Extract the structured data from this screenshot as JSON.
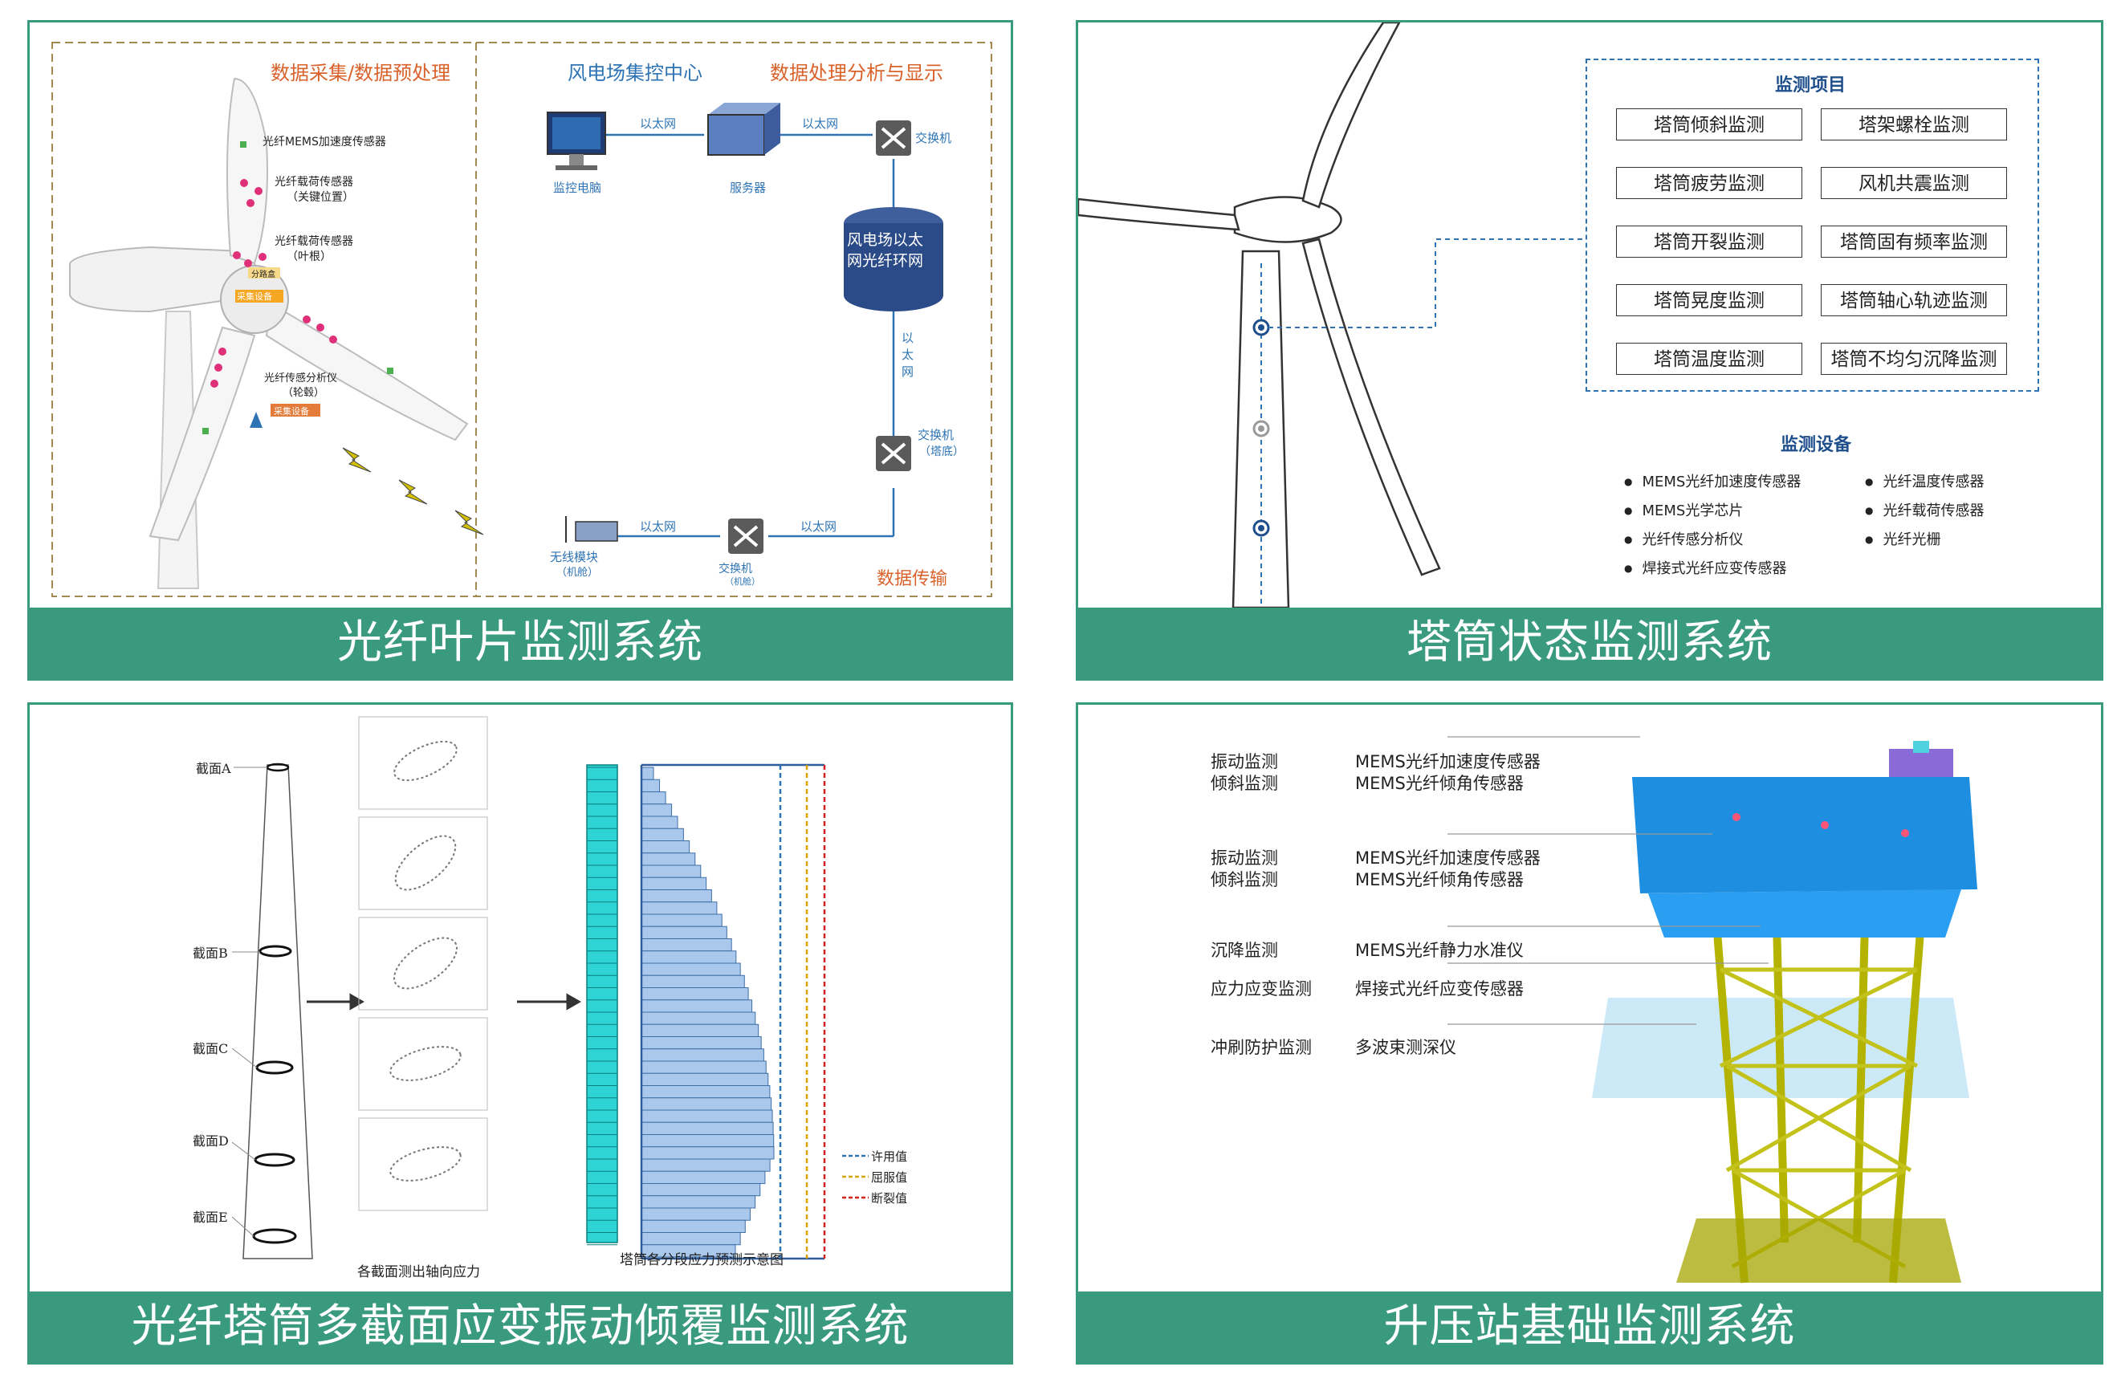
{
  "panels": {
    "blade": {
      "caption": "光纤叶片监测系统",
      "section_left": "数据采集/数据预处理",
      "section_center": "风电场集控中心",
      "section_right": "数据处理分析与显示",
      "section_bottom": "数据传输",
      "labels": {
        "accel": "光纤MEMS加速度传感器",
        "load_root_1": "光纤载荷传感器",
        "load_root_2": "（关键位置）",
        "load_blade_1": "光纤载荷传感器",
        "load_blade_2": "（叶根）",
        "analyzer_1": "光纤传感分析仪",
        "analyzer_2": "（轮毂）",
        "acq1": "采集设备",
        "acq2": "采集设备",
        "split": "分路盒",
        "monitor_pc": "监控电脑",
        "server": "服务器",
        "switch_top": "交换机",
        "ring_1": "风电场以太",
        "ring_2": "网光纤环网",
        "eth_1": "以太网",
        "eth_2": "以太网",
        "eth_3": "以太网",
        "eth_4": "以太网",
        "eth_vertical": "以太网",
        "switch_base_1": "交换机",
        "switch_base_2": "（塔底）",
        "switch_nacelle_1": "交换机",
        "switch_nacelle_2": "（机舱）",
        "wireless_1": "无线模块",
        "wireless_2": "（机舱）"
      }
    },
    "tower": {
      "caption": "塔筒状态监测系统",
      "items_title": "监测项目",
      "items": [
        "塔筒倾斜监测",
        "塔架螺栓监测",
        "塔筒疲劳监测",
        "风机共震监测",
        "塔筒开裂监测",
        "塔筒固有频率监测",
        "塔筒晃度监测",
        "塔筒轴心轨迹监测",
        "塔筒温度监测",
        "塔筒不均匀沉降监测"
      ],
      "devices_title": "监测设备",
      "devices_left": [
        "MEMS光纤加速度传感器",
        "MEMS光学芯片",
        "光纤传感分析仪",
        "焊接式光纤应变传感器"
      ],
      "devices_right": [
        "光纤温度传感器",
        "光纤载荷传感器",
        "光纤光栅"
      ]
    },
    "strain": {
      "caption": "光纤塔筒多截面应变振动倾覆监测系统",
      "sections": [
        "截面A",
        "截面B",
        "截面C",
        "截面D",
        "截面E"
      ],
      "plots_caption": "各截面测出轴向应力",
      "chart_caption": "塔筒各分段应力预测示意图",
      "legend": [
        {
          "label": "许用值",
          "color": "#2e74b5"
        },
        {
          "label": "屈服值",
          "color": "#d9a400"
        },
        {
          "label": "断裂值",
          "color": "#d02020"
        }
      ]
    },
    "station": {
      "caption": "升压站基础监测系统",
      "rows": [
        {
          "left": [
            "振动监测",
            "倾斜监测"
          ],
          "right": [
            "MEMS光纤加速度传感器",
            "MEMS光纤倾角传感器"
          ]
        },
        {
          "left": [
            "振动监测",
            "倾斜监测"
          ],
          "right": [
            "MEMS光纤加速度传感器",
            "MEMS光纤倾角传感器"
          ]
        },
        {
          "left": [
            "沉降监测"
          ],
          "right": [
            "MEMS光纤静力水准仪"
          ]
        },
        {
          "left": [
            "应力应变监测"
          ],
          "right": [
            "焊接式光纤应变传感器"
          ]
        },
        {
          "left": [
            "冲刷防护监测"
          ],
          "right": [
            "多波束测深仪"
          ]
        }
      ]
    }
  }
}
